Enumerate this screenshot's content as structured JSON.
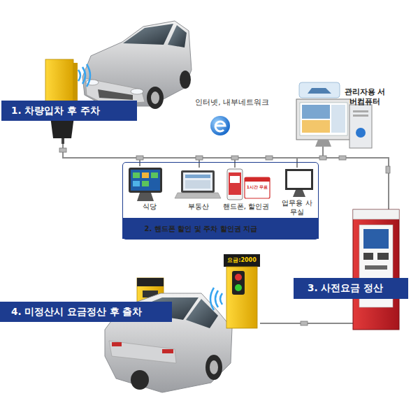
{
  "diagram": {
    "nodes": [
      {
        "text": [
          "1. 차량입차 후 주차"
        ]
      },
      {
        "text": [
          "식당",
          "부동산",
          "핸드폰, 할인권",
          "업무용 사무실"
        ]
      },
      {
        "text": [
          "2. 핸드폰 할인 및 주차 할인권 지급"
        ],
        "in": 1
      },
      {
        "text": [
          "3. 사전요금 정산"
        ]
      },
      {
        "text": [
          "4. 미정산시 요금정산 후 출차"
        ]
      }
    ],
    "labels": [
      "인터넷, 내부네트워크",
      "관리자용 서버컴퓨터",
      "요금:2000",
      "1시간 무료"
    ]
  }
}
